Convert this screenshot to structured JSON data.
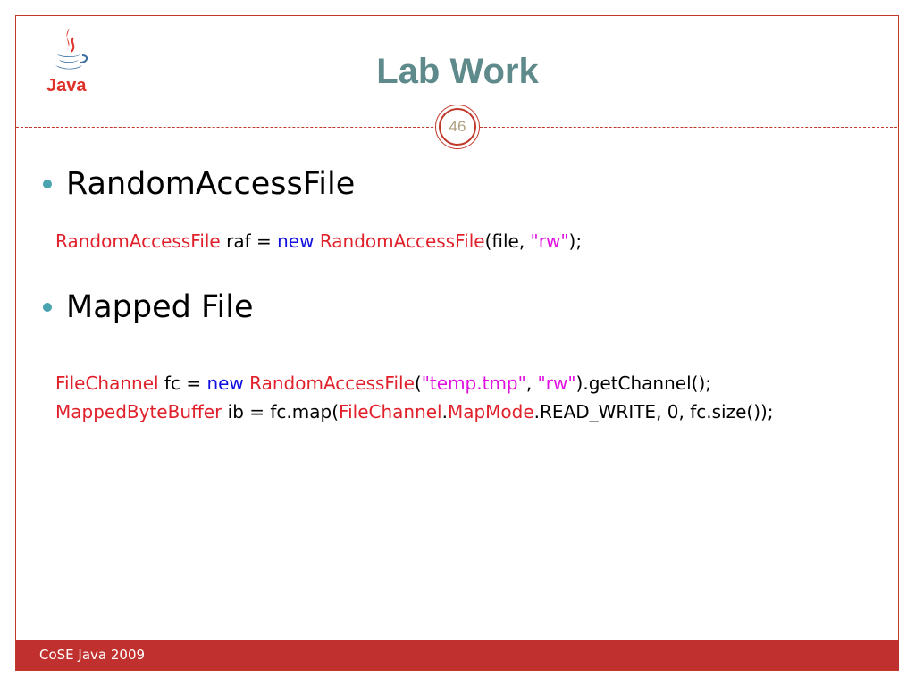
{
  "slide": {
    "title": "Lab Work",
    "page_number": "46",
    "logo_text": "Java",
    "footer": "CoSE Java 2009"
  },
  "bullets": [
    {
      "label": "RandomAccessFile"
    },
    {
      "label": "Mapped File"
    }
  ],
  "code": {
    "line1": [
      {
        "text": "RandomAccessFile",
        "kind": "class"
      },
      {
        "text": " raf = ",
        "kind": "plain"
      },
      {
        "text": "new",
        "kind": "keyword"
      },
      {
        "text": " ",
        "kind": "plain"
      },
      {
        "text": "RandomAccessFile",
        "kind": "class"
      },
      {
        "text": "(file, ",
        "kind": "plain"
      },
      {
        "text": "\"rw\"",
        "kind": "string"
      },
      {
        "text": ");",
        "kind": "plain"
      }
    ],
    "line2": [
      {
        "text": "FileChannel",
        "kind": "class"
      },
      {
        "text": " fc = ",
        "kind": "plain"
      },
      {
        "text": "new",
        "kind": "keyword"
      },
      {
        "text": " ",
        "kind": "plain"
      },
      {
        "text": "RandomAccessFile",
        "kind": "class"
      },
      {
        "text": "(",
        "kind": "plain"
      },
      {
        "text": "\"temp.tmp\"",
        "kind": "string"
      },
      {
        "text": ", ",
        "kind": "plain"
      },
      {
        "text": "\"rw\"",
        "kind": "string"
      },
      {
        "text": ").getChannel();",
        "kind": "plain"
      }
    ],
    "line3": [
      {
        "text": "MappedByteBuffer",
        "kind": "class"
      },
      {
        "text": " ib = fc.map(",
        "kind": "plain"
      },
      {
        "text": "FileChannel",
        "kind": "class"
      },
      {
        "text": ".",
        "kind": "plain"
      },
      {
        "text": "MapMode",
        "kind": "class"
      },
      {
        "text": ".READ_WRITE, 0, fc.size());",
        "kind": "plain"
      }
    ]
  },
  "colors": {
    "accent": "#c0392b",
    "title": "#5f8a8b",
    "bullet": "#4aa3b0",
    "class": "#e0202a",
    "keyword": "#1010e0",
    "string": "#e010e0"
  }
}
